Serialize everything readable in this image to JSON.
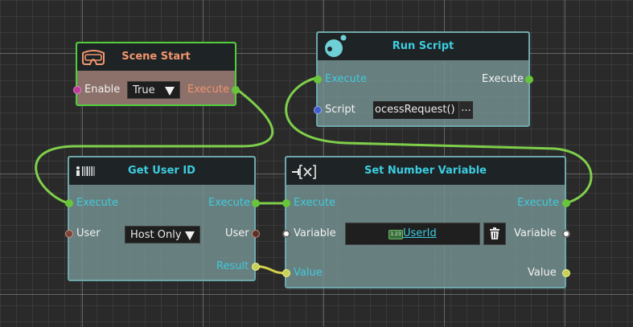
{
  "nodes": {
    "scene_start": {
      "title": "Scene Start",
      "icon": "vr-headset-icon",
      "enable_label": "Enable",
      "enable_value": "True",
      "execute_label": "Execute"
    },
    "run_script": {
      "title": "Run Script",
      "icon": "script-bubble-icon",
      "execute_in_label": "Execute",
      "execute_out_label": "Execute",
      "script_label": "Script",
      "script_value": "ocessRequest()",
      "script_button": "..."
    },
    "get_user_id": {
      "title": "Get User ID",
      "icon": "user-barcode-icon",
      "execute_in_label": "Execute",
      "execute_out_label": "Execute",
      "user_in_label": "User",
      "user_mode_value": "Host Only",
      "user_out_label": "User",
      "result_label": "Result"
    },
    "set_number_variable": {
      "title": "Set Number Variable",
      "icon": "variable-x-icon",
      "execute_in_label": "Execute",
      "execute_out_label": "Execute",
      "variable_in_label": "Variable",
      "variable_out_label": "Variable",
      "variable_chip": "1.23",
      "variable_name": "UserId",
      "value_in_label": "Value",
      "value_out_label": "Value"
    }
  },
  "colors": {
    "exec_wire": "#7fcf4b",
    "value_wire": "#d4cf4a",
    "accent_text": "#3ecbdc",
    "start_title": "#f0956e",
    "start_border": "#52cf3e"
  }
}
